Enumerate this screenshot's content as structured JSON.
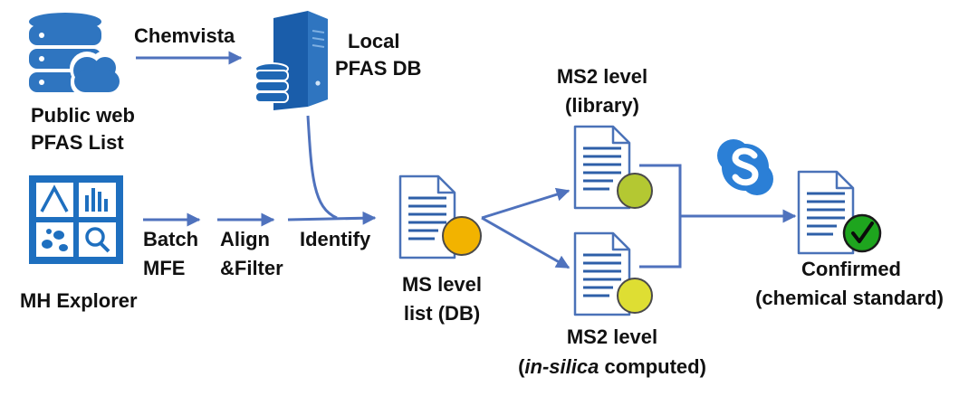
{
  "colors": {
    "arrow": "#4f72bd",
    "icon_blue": "#2f75c0",
    "doc_outline": "#4a72b8",
    "doc_lines": "#2e5fa8",
    "ms_dot": "#f2b300",
    "ms2_library_dot": "#b4c832",
    "ms2_insilica_dot": "#dede33",
    "confirmed_dot": "#1ea51e",
    "skype_blue": "#2b7fd6"
  },
  "icons": {
    "public_web": "database-cloud-icon",
    "local_db": "server-database-icon",
    "mh_explorer": "mh-explorer-app-icon",
    "document": "document-icon",
    "skype": "skype-icon",
    "check": "checkmark-icon"
  },
  "labels": {
    "public_web_line1": "Public web",
    "public_web_line2": "PFAS List",
    "chemvista": "Chemvista",
    "local_line1": "Local",
    "local_line2": "PFAS DB",
    "mh_explorer": "MH Explorer",
    "batch_line1": "Batch",
    "batch_line2": "MFE",
    "align_line1": "Align",
    "align_line2": "&Filter",
    "identify": "Identify",
    "ms_level_line1": "MS level",
    "ms_level_line2": "list (DB)",
    "ms2_library_line1": "MS2 level",
    "ms2_library_line2": "(library)",
    "ms2_insilica_line1": "MS2 level",
    "ms2_insilica_open": "(",
    "ms2_insilica_italic": "in-silica",
    "ms2_insilica_rest": " computed)",
    "confirmed_line1": "Confirmed",
    "confirmed_line2": "(chemical standard)"
  }
}
